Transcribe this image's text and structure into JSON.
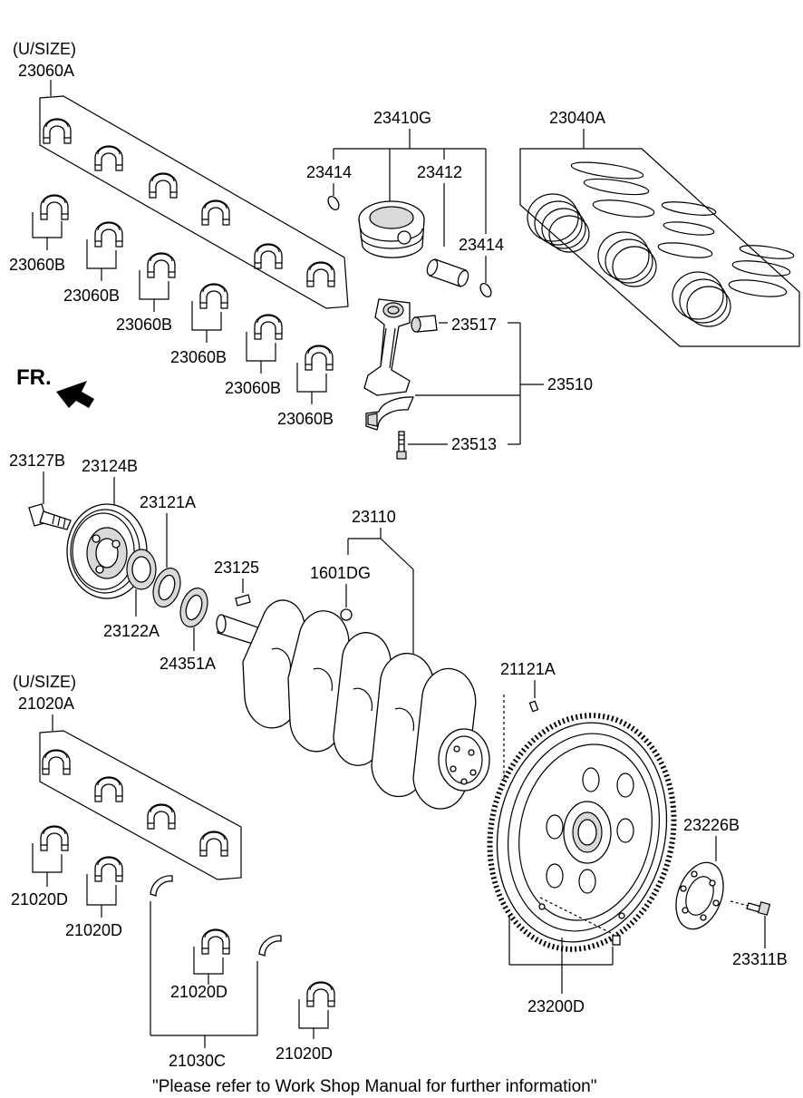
{
  "labels": {
    "usize_top": "(U/SIZE)",
    "p23060A": "23060A",
    "p23060B_1": "23060B",
    "p23060B_2": "23060B",
    "p23060B_3": "23060B",
    "p23060B_4": "23060B",
    "p23060B_5": "23060B",
    "p23060B_6": "23060B",
    "p23410G": "23410G",
    "p23414_a": "23414",
    "p23412": "23412",
    "p23414_b": "23414",
    "p23040A": "23040A",
    "p23517": "23517",
    "p23510": "23510",
    "p23513": "23513",
    "fr": "FR.",
    "p23127B": "23127B",
    "p23124B": "23124B",
    "p23121A": "23121A",
    "p23122A": "23122A",
    "p24351A": "24351A",
    "p23125": "23125",
    "p23110": "23110",
    "p1601DG": "1601DG",
    "usize_bottom": "(U/SIZE)",
    "p21020A": "21020A",
    "p21121A": "21121A",
    "p21020D_1": "21020D",
    "p21020D_2": "21020D",
    "p21020D_3": "21020D",
    "p21020D_4": "21020D",
    "p21030C": "21030C",
    "p23200D": "23200D",
    "p23226B": "23226B",
    "p23311B": "23311B"
  },
  "footer_note": "\"Please refer to Work Shop Manual for further information\""
}
